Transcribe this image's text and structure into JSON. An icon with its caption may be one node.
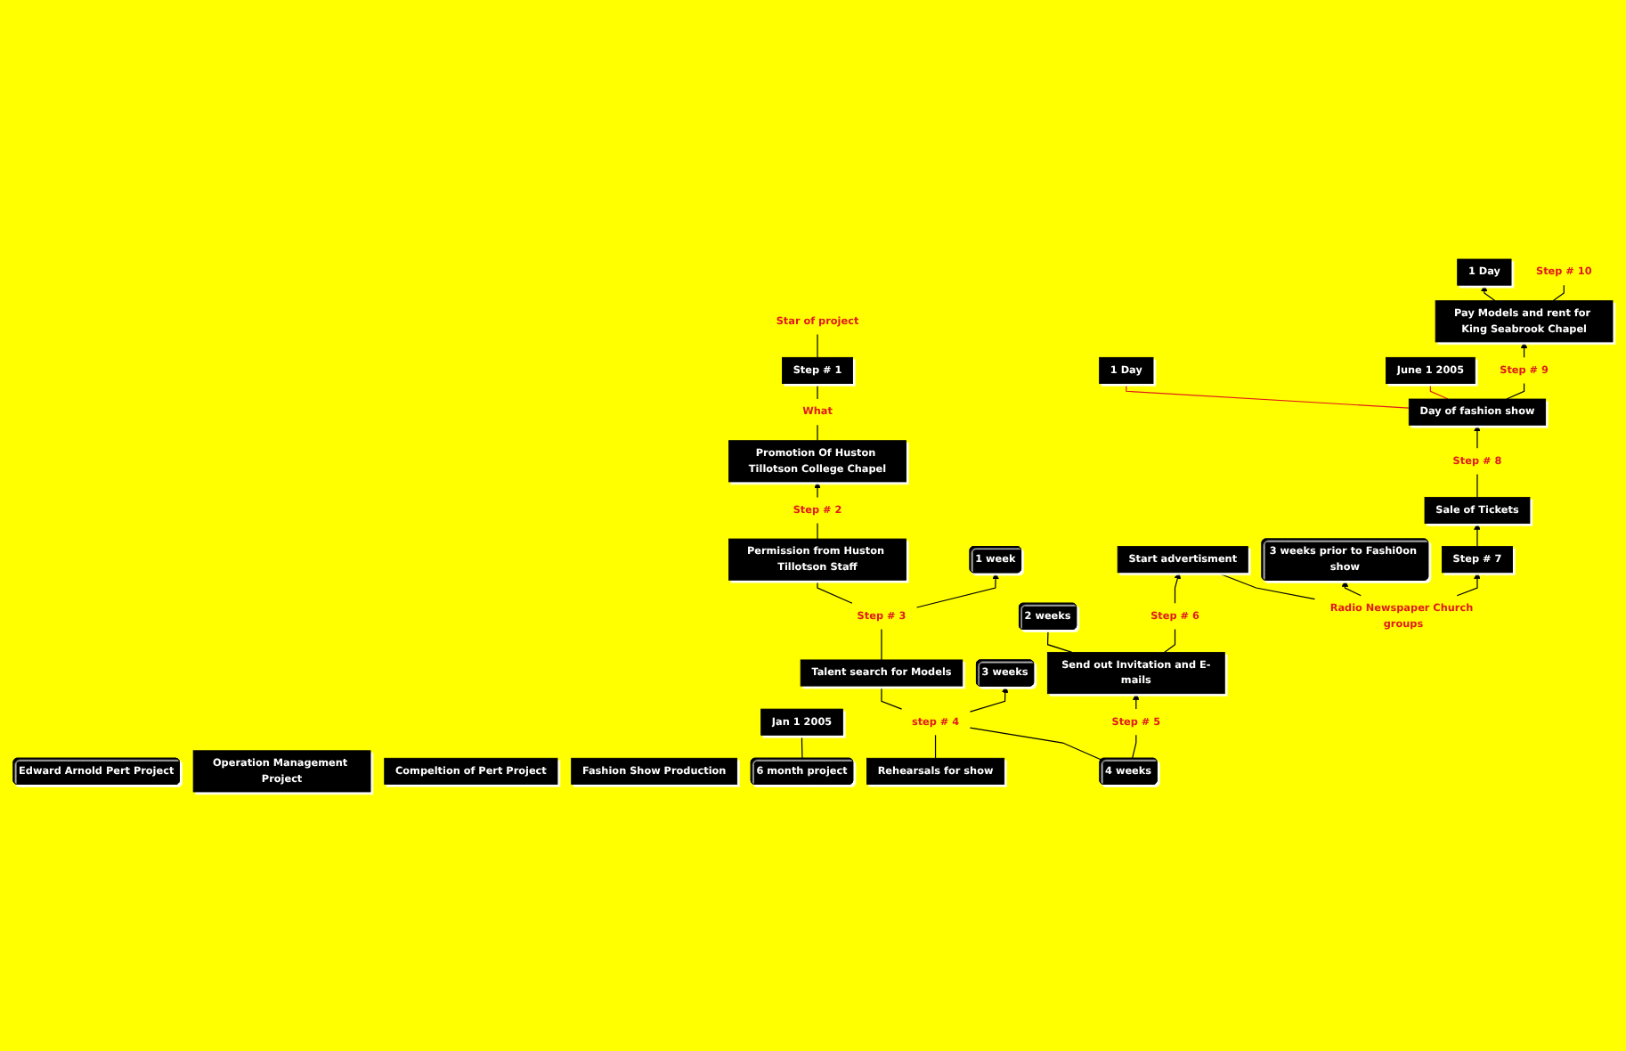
{
  "diagram": {
    "nodes": [
      {
        "text": [
          "Edward Arnold Pert Project"
        ]
      },
      {
        "text": [
          "Operation Management Project"
        ]
      },
      {
        "text": [
          "Compeltion of Pert Project"
        ]
      },
      {
        "text": [
          "Fashion Show Production"
        ]
      },
      {
        "text": [
          "6 month project"
        ]
      },
      {
        "text": [
          "Jan 1 2005"
        ]
      },
      {
        "text": [
          "Star of project"
        ]
      },
      {
        "text": [
          "Step # 1"
        ]
      },
      {
        "text": [
          "What"
        ]
      },
      {
        "text": [
          "Promotion Of Huston Tillotson College Chapel"
        ]
      },
      {
        "text": [
          "Step # 2"
        ]
      },
      {
        "text": [
          "Permission from Huston Tillotson Staff"
        ]
      },
      {
        "text": [
          "1 week"
        ]
      },
      {
        "text": [
          "Step # 3"
        ]
      },
      {
        "text": [
          "Talent search for Models"
        ]
      },
      {
        "text": [
          "3 weeks"
        ]
      },
      {
        "text": [
          "step # 4"
        ]
      },
      {
        "text": [
          "Rehearsals for show"
        ]
      },
      {
        "text": [
          "4 weeks"
        ]
      },
      {
        "text": [
          "Step # 5"
        ]
      },
      {
        "text": [
          "Send out Invitation and E-mails"
        ]
      },
      {
        "text": [
          "2 weeks"
        ]
      },
      {
        "text": [
          "Step # 6"
        ]
      },
      {
        "text": [
          "Start advertisment"
        ]
      },
      {
        "text": [
          "Radio Newspaper Church groups"
        ]
      },
      {
        "text": [
          "3 weeks prior to Fashi0on show"
        ]
      },
      {
        "text": [
          "Step # 7"
        ]
      },
      {
        "text": [
          "Sale of Tickets"
        ]
      },
      {
        "text": [
          "Step # 8"
        ]
      },
      {
        "text": [
          "1 Day"
        ]
      },
      {
        "text": [
          "Day of fashion show"
        ]
      },
      {
        "text": [
          "June 1 2005"
        ]
      },
      {
        "text": [
          "Step # 9"
        ]
      },
      {
        "text": [
          "Pay Models and rent for King Seabrook Chapel"
        ]
      },
      {
        "text": [
          "1 Day"
        ]
      },
      {
        "text": [
          "Step # 10"
        ]
      }
    ],
    "edges": [
      {
        "from": 7,
        "to": 6,
        "arrow": "none"
      },
      {
        "from": 8,
        "to": 7,
        "arrow": "none"
      },
      {
        "from": 9,
        "to": 8,
        "arrow": "none"
      },
      {
        "from": 10,
        "to": 9,
        "arrow": "to"
      },
      {
        "from": 11,
        "to": 10,
        "arrow": "none"
      },
      {
        "from": 13,
        "to": 11,
        "arrow": "none"
      },
      {
        "from": 13,
        "to": 12,
        "arrow": "to"
      },
      {
        "from": 14,
        "to": 13,
        "arrow": "none"
      },
      {
        "from": 16,
        "to": 14,
        "arrow": "none"
      },
      {
        "from": 16,
        "to": 15,
        "arrow": "to"
      },
      {
        "from": 17,
        "to": 16,
        "arrow": "none"
      },
      {
        "from": 18,
        "to": 16,
        "arrow": "none"
      },
      {
        "from": 18,
        "to": 19,
        "arrow": "none"
      },
      {
        "from": 19,
        "to": 20,
        "arrow": "to"
      },
      {
        "from": 20,
        "to": 21,
        "arrow": "none"
      },
      {
        "from": 20,
        "to": 22,
        "arrow": "none"
      },
      {
        "from": 22,
        "to": 23,
        "arrow": "to"
      },
      {
        "from": 24,
        "to": 23,
        "arrow": "none"
      },
      {
        "from": 24,
        "to": 26,
        "arrow": "to"
      },
      {
        "from": 24,
        "to": 25,
        "arrow": "to"
      },
      {
        "from": 26,
        "to": 27,
        "arrow": "to"
      },
      {
        "from": 27,
        "to": 28,
        "arrow": "none"
      },
      {
        "from": 28,
        "to": 30,
        "arrow": "to"
      },
      {
        "from": 30,
        "to": 29,
        "arrow": "none",
        "color": "#e01b1b"
      },
      {
        "from": 30,
        "to": 31,
        "arrow": "none",
        "color": "#e01b1b"
      },
      {
        "from": 30,
        "to": 32,
        "arrow": "none"
      },
      {
        "from": 32,
        "to": 33,
        "arrow": "to"
      },
      {
        "from": 33,
        "to": 34,
        "arrow": "to"
      },
      {
        "from": 33,
        "to": 35,
        "arrow": "none"
      },
      {
        "from": 4,
        "to": 5,
        "arrow": "none"
      }
    ]
  }
}
